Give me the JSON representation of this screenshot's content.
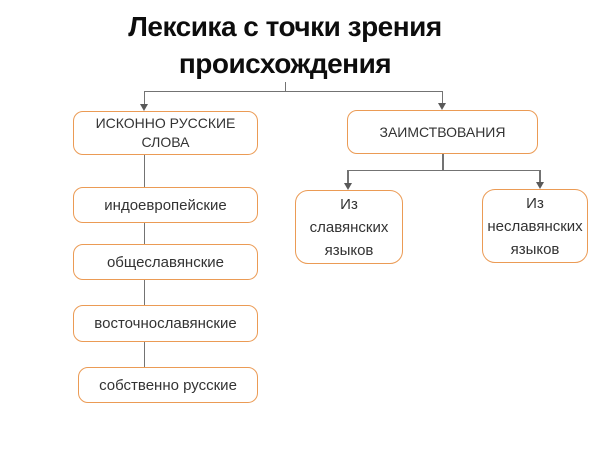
{
  "slide": {
    "title": "Лексика с точки зрения\nпроисхождения"
  },
  "diagram": {
    "native": {
      "label": "ИСКОННО РУССКИЕ\nСЛОВА"
    },
    "borrowings": {
      "label": "ЗАИМСТВОВАНИЯ"
    },
    "indo_european": {
      "label": "индоевропейские"
    },
    "common_slavic": {
      "label": "общеславянские"
    },
    "east_slavic": {
      "label": "восточнославянские"
    },
    "proper_russian": {
      "label": "собственно русские"
    },
    "from_slavic": {
      "label": "Из\nславянских\nязыков"
    },
    "from_non_slavic": {
      "label": "Из\nнеславянских\nязыков"
    }
  },
  "colors": {
    "box_border": "#EB9B55",
    "connector_line": "#737373",
    "arrowhead": "#595959",
    "title_text": "#0d0d0d",
    "box_text": "#333333",
    "background": "#ffffff"
  }
}
